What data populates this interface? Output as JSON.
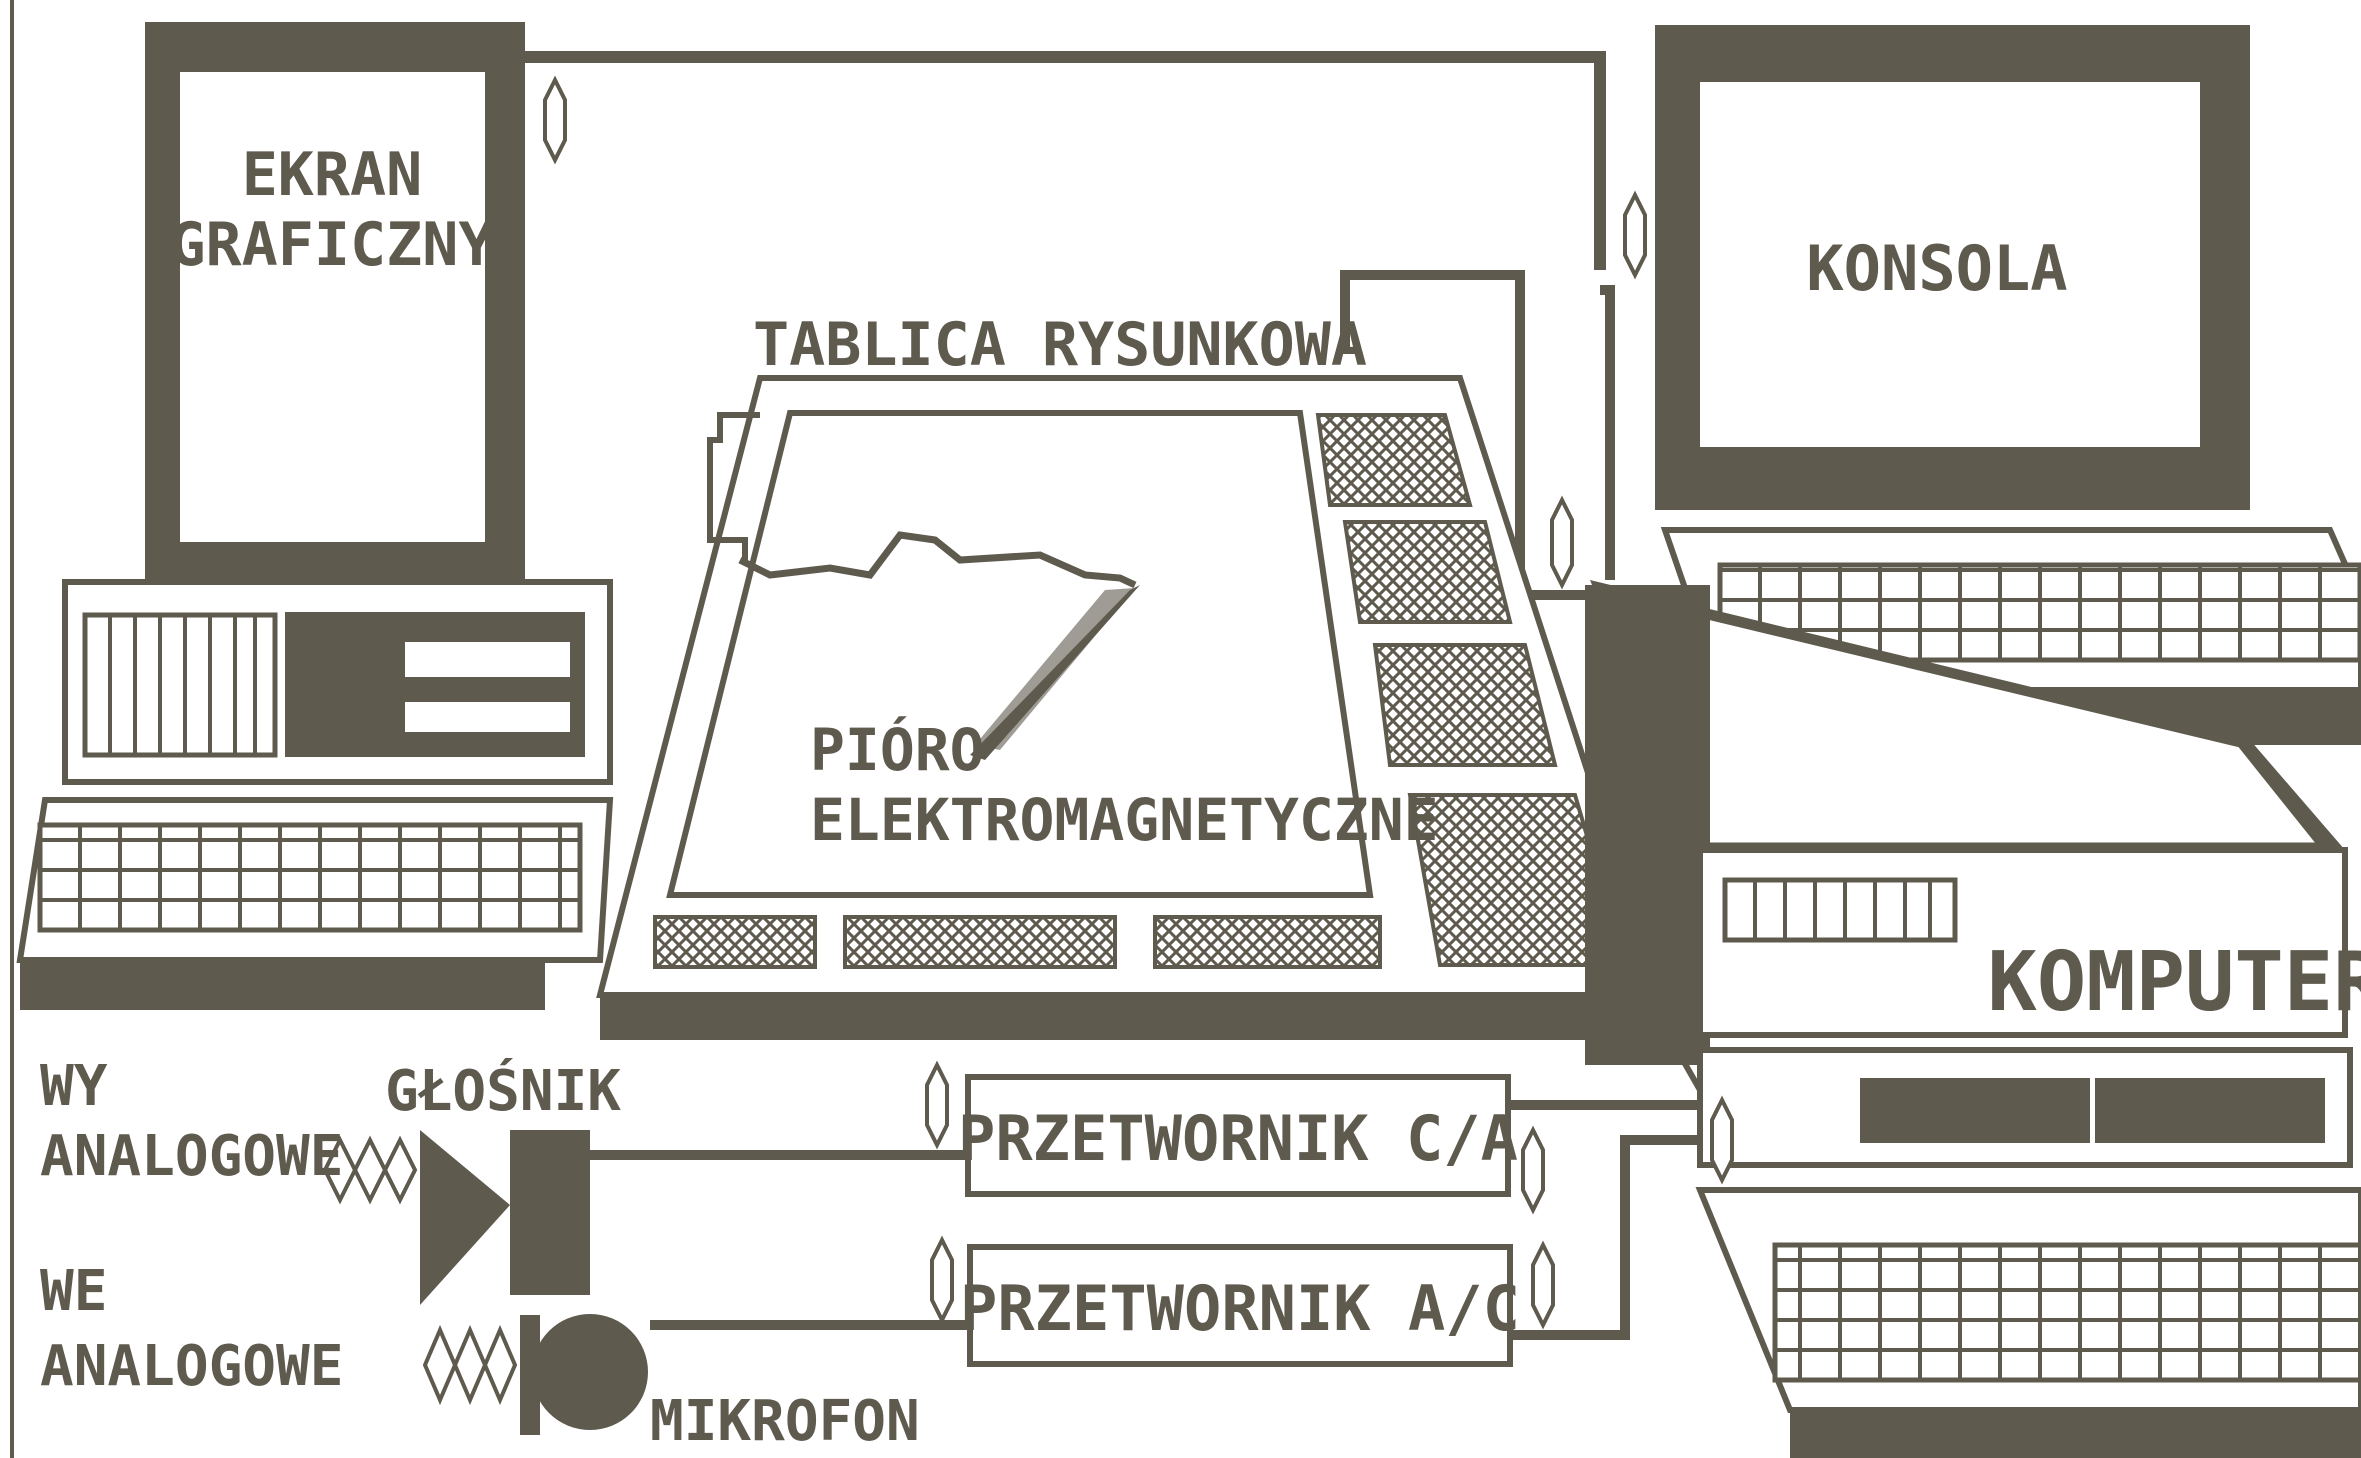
{
  "colors": {
    "ink": "#5f5a4e",
    "paper": "#ffffff"
  },
  "labels": {
    "screen_line1": "EKRAN",
    "screen_line2": "GRAFICZNY",
    "console": "KONSOLA",
    "tablet": "TABLICA RYSUNKOWA",
    "pen_line1": "PIÓRO",
    "pen_line2": "ELEKTROMAGNETYCZNE",
    "computer": "KOMPUTER",
    "out_line1": "WY",
    "out_line2": "ANALOGOWE",
    "in_line1": "WE",
    "in_line2": "ANALOGOWE",
    "speaker": "GŁOŚNIK",
    "dac": "PRZETWORNIK C/A",
    "adc": "PRZETWORNIK A/C",
    "microphone": "MIKROFON"
  }
}
